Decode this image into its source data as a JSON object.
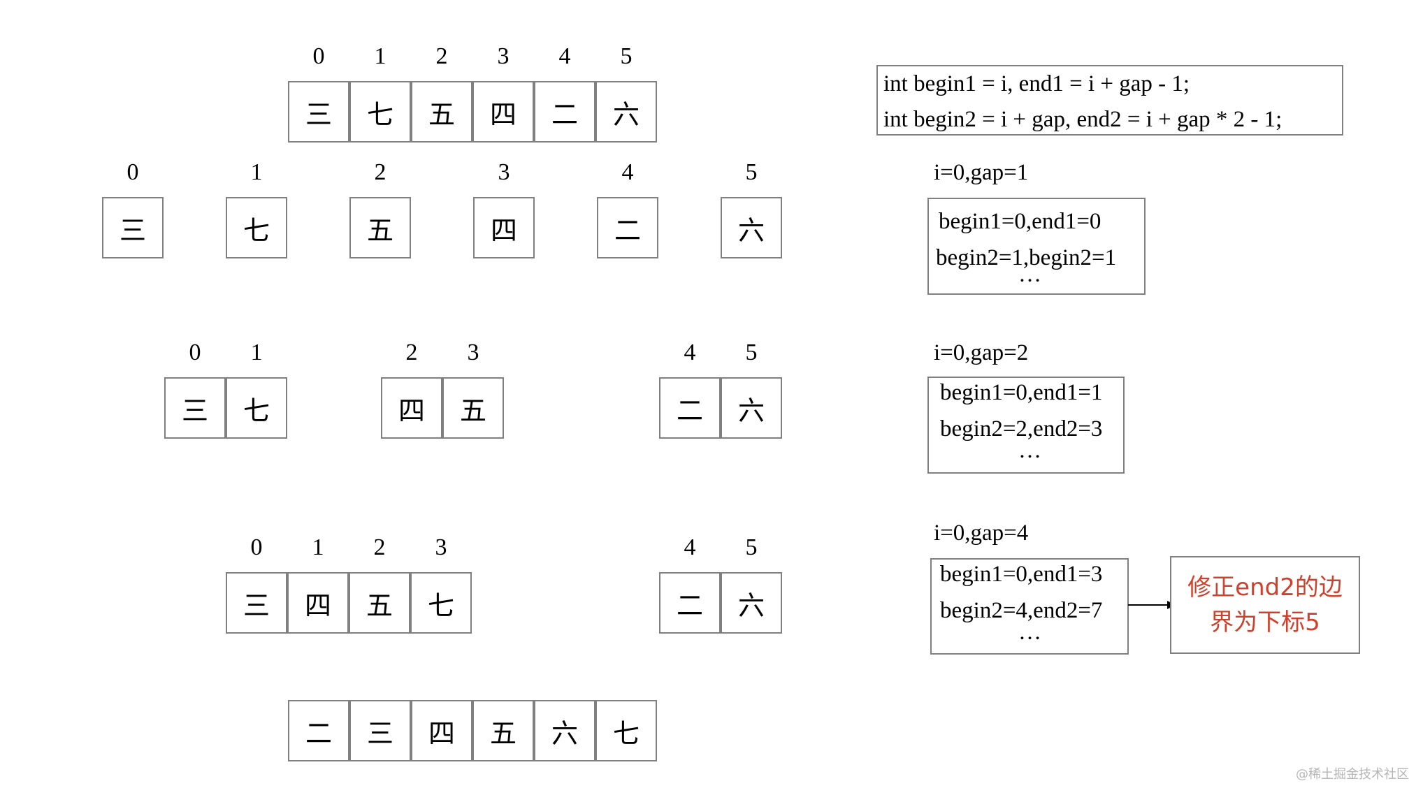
{
  "row1": {
    "indices": [
      "0",
      "1",
      "2",
      "3",
      "4",
      "5"
    ],
    "cells": [
      "三",
      "七",
      "五",
      "四",
      "二",
      "六"
    ]
  },
  "row2": {
    "indices": [
      "0",
      "1",
      "2",
      "3",
      "4",
      "5"
    ],
    "cells": [
      "三",
      "七",
      "五",
      "四",
      "二",
      "六"
    ]
  },
  "row3": {
    "indices": [
      "0",
      "1",
      "2",
      "3",
      "4",
      "5"
    ],
    "cells": [
      "三",
      "七",
      "四",
      "五",
      "二",
      "六"
    ]
  },
  "row4": {
    "indices": [
      "0",
      "1",
      "2",
      "3",
      "4",
      "5"
    ],
    "cells": [
      "三",
      "四",
      "五",
      "七",
      "二",
      "六"
    ]
  },
  "row5": {
    "cells": [
      "二",
      "三",
      "四",
      "五",
      "六",
      "七"
    ]
  },
  "code": {
    "line1": "int begin1 = i, end1 = i + gap - 1;",
    "line2": "int begin2 = i + gap, end2 = i + gap * 2 - 1;"
  },
  "step1": {
    "label": "i=0,gap=1",
    "line1": "begin1=0,end1=0",
    "line2": "begin2=1,begin2=1",
    "ellipsis": "…"
  },
  "step2": {
    "label": "i=0,gap=2",
    "line1": "begin1=0,end1=1",
    "line2": "begin2=2,end2=3",
    "ellipsis": "…"
  },
  "step3": {
    "label": "i=0,gap=4",
    "line1": "begin1=0,end1=3",
    "line2": "begin2=4,end2=7",
    "ellipsis": "…"
  },
  "note": {
    "line1": "修正end2的边",
    "line2": "界为下标5",
    "color": "#d0402a"
  },
  "watermark": "@稀土掘金技术社区"
}
